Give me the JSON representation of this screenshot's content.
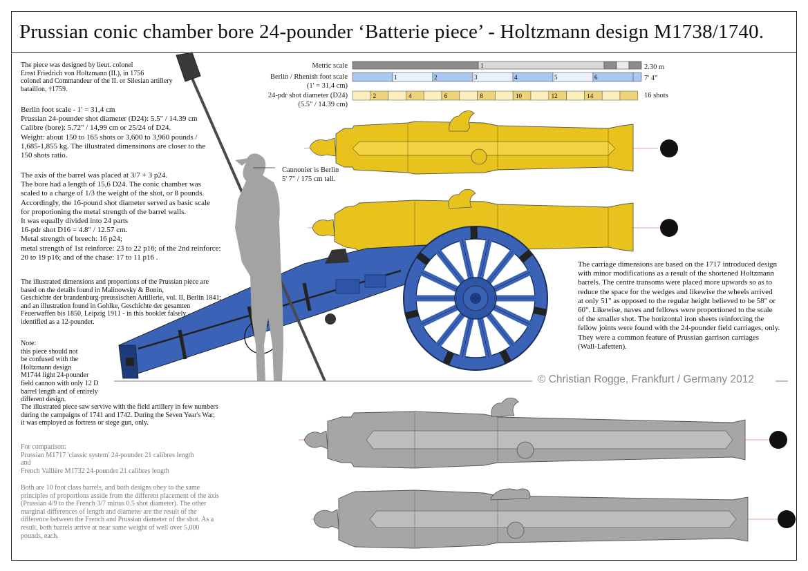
{
  "title": "Prussian conic chamber bore 24-pounder ‘Batterie piece’ - Holtzmann design M1738/1740.",
  "intro": [
    "The piece was designed by lieut. colonel",
    "Ernst Friedrich von Holtzmann (II.), in 1756",
    "colonel and Commandeur of the II. or Silesian artillery",
    "bataillon, †1759."
  ],
  "specs": [
    "Berlin foot scale - 1' = 31,4 cm",
    "Prussian 24-pounder shot diameter (D24): 5.5\" / 14.39 cm",
    "Calibre (bore): 5.72\" / 14,99 cm or 25/24 of D24.",
    "Weight: about 150 to 165 shots or 3,600 to 3,960 pounds /",
    "1,685-1,855 kg. The illustrated dimensinons are closer to the",
    "150 shots ratio."
  ],
  "axis_text": [
    "The axis of the barrel was placed at 3/7 + 3 p24.",
    "The bore had a length of 15,6 D24. The conic chamber was",
    "scaled to a charge of 1/3 the weight of the shot, or 8 pounds.",
    "Accordingly, the 16-pound shot diameter served as basic scale",
    "for propotioning the metal strength of the barrel walls.",
    "It was equally divided into 24 parts",
    "16-pdr shot D16 = 4.8\" / 12.57 cm.",
    "Metal strength of breech: 16 p24;",
    "metal strength of 1st reinforce: 23 to 22 p16; of the 2nd reinforce:",
    "20 to 19 p16; and of the chase: 17 to 11 p16 ."
  ],
  "sources": [
    "The illustrated dimensions and proportions of the Prussian piece are",
    "based on the details found in Malinowsky & Bonin,",
    "Geschichte der brandenburg-preussischen Artillerie, vol. II, Berlin 1841;",
    "and an illustration found in Gohlke, Geschichte der gesamten",
    "Feuerwaffen bis 1850, Leipzig 1911 - in this booklet falsely",
    "identified as a 12-pounder."
  ],
  "note": [
    "Note:",
    "this piece should not",
    "be confused with the",
    "Holtzmann design",
    "M1744 light 24-pounder",
    "field cannon with only 12 D",
    "barrel length and of entirely",
    "different design."
  ],
  "service": [
    "The illustrated piece saw servive with the field artillery in few numbers",
    "during the campaigns of 1741 and 1742. During the Seven Year's War,",
    "it was employed as fortress or siege gun, only."
  ],
  "comparison": [
    "For comparison:",
    "Prussian M1717 'classic system' 24-pounder 21 calibres length",
    "and",
    "French Vallière M1732 24-pounder 21 calibres length"
  ],
  "conclusion": [
    "Both are 10 foot class barrels, and both designs obey to the same",
    "principles of proportions asside from the different placement of the axis",
    "(Prussian 4/9 to the French 3/7 minus 0.5 shot diameter). The other",
    "marginal differences of length and diameter are the result of the",
    "difference between the French and Prussian diameter of the shot. As a",
    "result, both barrels arrive at near same weight of well over 5,000",
    "pounds, each."
  ],
  "carriage": [
    "The carriage dimensions are based on the 1717 introduced design",
    "with minor modifications as a result of the shortened Holtzmann",
    "barrels. The centre transoms were placed more upwards so as to",
    "reduce the space for the wedges and likewise the wheels arrived",
    "at only 51\" as opposed to the regular height believed to be 58\" or",
    "60\". Likewise, naves and fellows were proportioned to the scale",
    "of the smaller shot. The horizontal iron sheets reinforcing the",
    "fellow joints were found with the 24-pounder field carriages, only.",
    "They were a common feature of Prussian garrison carriages",
    "(Wall-Lafetten)."
  ],
  "cannonier_note": [
    "Cannonier is Berlin",
    "5' 7\" / 175 cm tall."
  ],
  "copyright": "© Christian Rogge, Frankfurt / Germany 2012",
  "scales": {
    "metric": {
      "label": "Metric scale",
      "end": "2.30 m",
      "tick": "1"
    },
    "foot": {
      "label": "Berlin / Rhenish foot scale",
      "sublabel": "(1' = 31,4 cm)",
      "end": "7' 4\"",
      "ticks": [
        "1",
        "2",
        "3",
        "4",
        "5",
        "6"
      ]
    },
    "shot": {
      "label": "24-pdr shot diameter (D24)",
      "sublabel": "(5.5\" / 14.39 cm)",
      "end": "16 shots",
      "ticks": [
        "2",
        "4",
        "6",
        "8",
        "10",
        "12",
        "14"
      ]
    }
  },
  "colors": {
    "bronze": "#e8c31d",
    "carriage": "#3a63b8",
    "grey_barrel": "#a6a6a6",
    "silhouette": "#a3a3a3",
    "foot_scale": "#aac8ef",
    "shot_scale": "#eed37a"
  }
}
